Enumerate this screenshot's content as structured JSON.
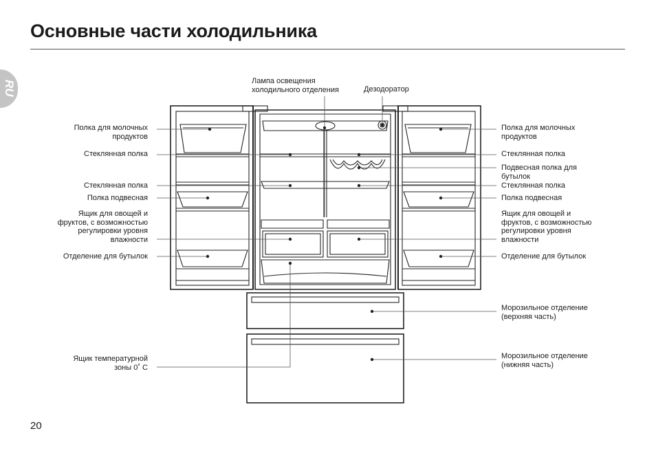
{
  "page": {
    "title": "Основные части холодильника",
    "language_tab": "RU",
    "page_number": "20"
  },
  "labels": {
    "top": {
      "lamp": "Лампа освещения\nхолодильного отделения",
      "deodorizer": "Дезодоратор"
    },
    "left": {
      "dairy_shelf": "Полка для молочных\nпродуктов",
      "glass_shelf_1": "Стеклянная полка",
      "glass_shelf_2": "Стеклянная полка",
      "hanging_shelf": "Полка подвесная",
      "crisper": "Ящик для овощей и\nфруктов, с возможностью\nрегулировки уровня\nвлажности",
      "bottle_compartment": "Отделение для бутылок",
      "zero_zone_drawer": "Ящик температурной\nзоны 0˚ С"
    },
    "right": {
      "dairy_shelf": "Полка для молочных\nпродуктов",
      "glass_shelf_1": "Стеклянная полка",
      "bottle_rack": "Подвесная полка для\nбутылок",
      "glass_shelf_2": "Стеклянная полка",
      "hanging_shelf": "Полка подвесная",
      "crisper": "Ящик для овощей и\nфруктов, с возможностью\nрегулировки уровня\nвлажности",
      "bottle_compartment": "Отделение для бутылок",
      "freezer_upper": "Морозильное отделение\n(верхняя часть)",
      "freezer_lower": "Морозильное отделение\n(нижняя часть)"
    }
  },
  "colors": {
    "line": "#222222",
    "lang_tab": "#c4c4c4"
  }
}
